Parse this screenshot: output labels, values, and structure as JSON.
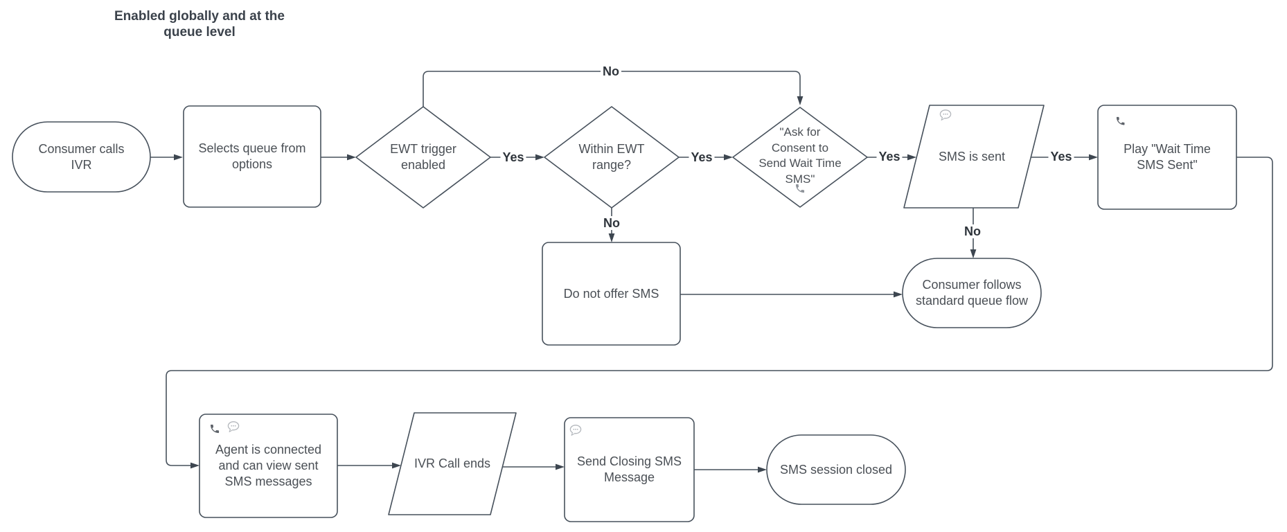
{
  "heading": "Enabled globally and at the\nqueue level",
  "nodes": {
    "start": "Consumer calls\nIVR",
    "selects_queue": "Selects queue from\noptions",
    "ewt_trigger": "EWT trigger\nenabled",
    "within_ewt": "Within EWT\nrange?",
    "ask_consent": "\"Ask for\nConsent to\nSend Wait Time\nSMS\"",
    "sms_sent": "SMS is sent",
    "play_wait": "Play \"Wait Time\nSMS Sent\"",
    "do_not_offer": "Do not offer SMS",
    "standard_queue": "Consumer follows\nstandard queue flow",
    "agent_connected": "Agent is connected\nand can view sent\nSMS messages",
    "ivr_call_ends": "IVR Call ends",
    "send_closing": "Send Closing SMS\nMessage",
    "session_closed": "SMS session closed"
  },
  "edge_labels": {
    "ewt_no": "No",
    "ewt_yes": "Yes",
    "within_yes": "Yes",
    "within_no": "No",
    "consent_yes": "Yes",
    "sms_sent_yes": "Yes",
    "sms_sent_no": "No"
  },
  "icons": {
    "phone": "phone-icon",
    "sms": "speech-bubble-icon"
  },
  "colors": {
    "background": "#ffffff",
    "shape_stroke": "#47515c",
    "arrow_fill": "#3d4650",
    "node_text": "#4a4f55",
    "edge_label_text": "#2e343b",
    "heading_text": "#3b424b",
    "icon_dark": "#5d6269",
    "icon_light": "#b3b7bc"
  }
}
